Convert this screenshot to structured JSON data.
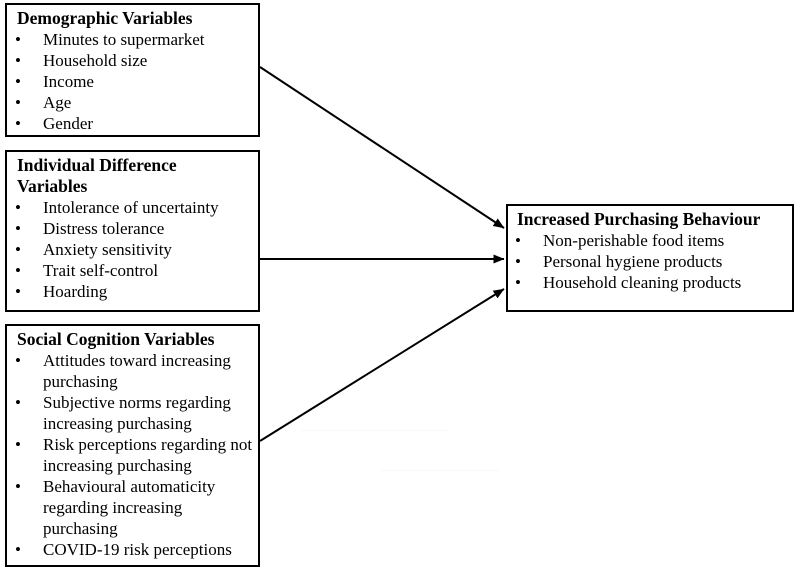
{
  "figure": {
    "type": "path-diagram",
    "background_color": "#ffffff",
    "line_color": "#000000",
    "boxes": [
      {
        "id": "demographic",
        "title": "Demographic Variables",
        "items": [
          "Minutes to supermarket",
          "Household size",
          "Income",
          "Age",
          "Gender"
        ]
      },
      {
        "id": "individual",
        "title": "Individual Difference Variables",
        "items": [
          "Intolerance of uncertainty",
          "Distress tolerance",
          "Anxiety sensitivity",
          "Trait self-control",
          "Hoarding"
        ]
      },
      {
        "id": "social",
        "title": "Social Cognition Variables",
        "items": [
          "Attitudes toward increasing purchasing",
          "Subjective norms regarding increasing purchasing",
          "Risk perceptions regarding not increasing purchasing",
          "Behavioural automaticity regarding increasing purchasing",
          "COVID-19 risk perceptions"
        ]
      },
      {
        "id": "outcome",
        "title": "Increased Purchasing Behaviour",
        "items": [
          "Non-perishable food items",
          "Personal hygiene products",
          "Household cleaning products"
        ]
      }
    ],
    "arrows": [
      {
        "id": "demographic-to-outcome",
        "from": "demographic",
        "to": "outcome",
        "style": "solid",
        "head": "filled-triangle"
      },
      {
        "id": "individual-to-outcome",
        "from": "individual",
        "to": "outcome",
        "style": "solid",
        "head": "filled-triangle"
      },
      {
        "id": "social-to-outcome",
        "from": "social",
        "to": "outcome",
        "style": "solid",
        "head": "filled-triangle"
      }
    ],
    "bullet_glyph": "•"
  }
}
